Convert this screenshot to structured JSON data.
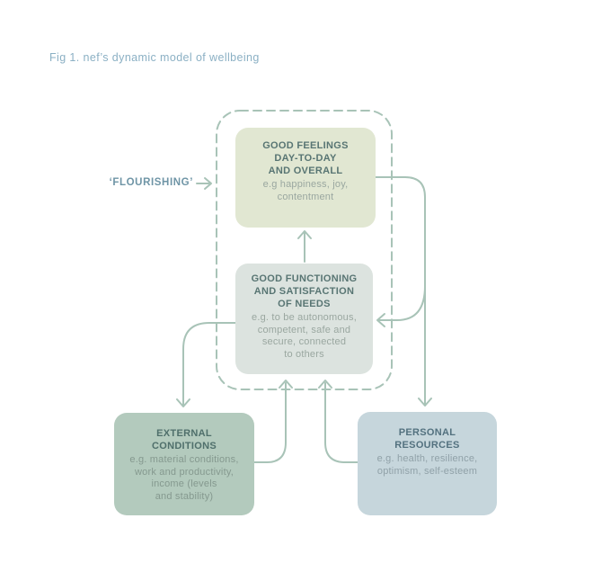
{
  "figure": {
    "title": "Fig 1. nef’s dynamic model of wellbeing"
  },
  "flourishing": {
    "label": "‘FLOURISHING’"
  },
  "nodes": {
    "good_feelings": {
      "heading": "GOOD FEELINGS\nDAY-TO-DAY\nAND OVERALL",
      "body": "e.g happiness, joy,\ncontentment"
    },
    "good_functioning": {
      "heading": "GOOD FUNCTIONING\nAND SATISFACTION\nOF NEEDS",
      "body": "e.g. to be autonomous,\ncompetent, safe and\nsecure, connected\nto others"
    },
    "external_conditions": {
      "heading": "EXTERNAL\nCONDITIONS",
      "body": "e.g. material conditions,\nwork and productivity,\nincome (levels\nand stability)"
    },
    "personal_resources": {
      "heading": "PERSONAL\nRESOURCES",
      "body": "e.g. health, resilience,\noptimism, self-esteem"
    }
  },
  "colors": {
    "background": "#ffffff",
    "title_text": "#8bb0c4",
    "flourishing_text": "#6f95a6",
    "connector": "#a8c3b7",
    "heading_text": "#587573",
    "body_text": "#9aa7a0",
    "box_good_feelings": "#e1e7d2",
    "box_good_functioning": "#dce3df",
    "box_external_conditions": "#b3cabd",
    "box_personal_resources": "#c6d6dc",
    "external_heading_text": "#4f6f6b",
    "external_body_text": "#85998f",
    "personal_heading_text": "#53717f",
    "personal_body_text": "#90a1a8"
  }
}
